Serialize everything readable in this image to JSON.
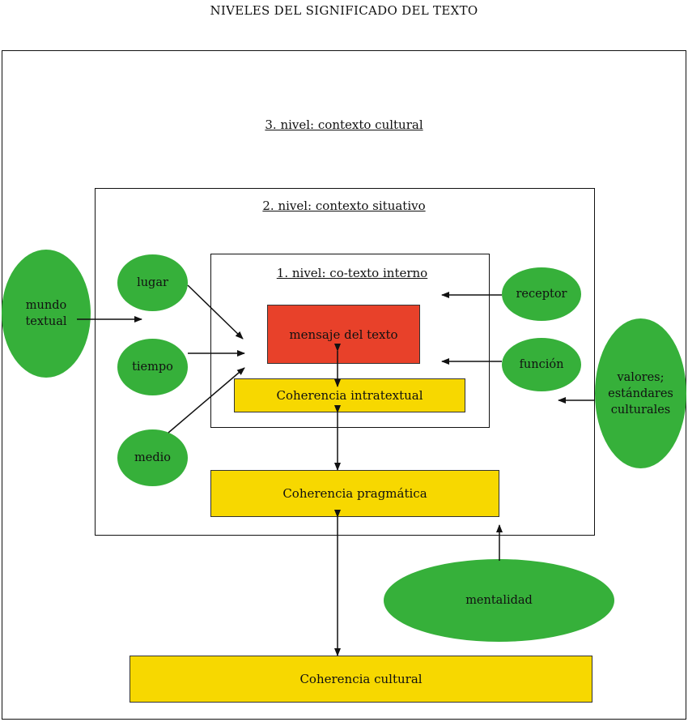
{
  "title": "NIVELES DEL SIGNIFICADO DEL TEXTO",
  "levels": {
    "level3": "3. nivel: contexto cultural",
    "level2": "2. nivel: contexto situativo",
    "level1": "1. nivel: co-texto interno"
  },
  "ellipses": {
    "mundo_textual_line1": "mundo",
    "mundo_textual_line2": "textual",
    "lugar": "lugar",
    "tiempo": "tiempo",
    "medio": "medio",
    "receptor": "receptor",
    "funcion": "función",
    "valores_line1": "valores;",
    "valores_line2": "estándares",
    "valores_line3": "culturales",
    "mentalidad": "mentalidad"
  },
  "boxes": {
    "mensaje": "mensaje del texto",
    "intratextual": "Coherencia intratextual",
    "pragmatica": "Coherencia pragmática",
    "cultural": "Coherencia cultural"
  },
  "colors": {
    "ellipse_green": "#36b03a",
    "box_yellow": "#f7d800",
    "box_red": "#e8412a"
  }
}
